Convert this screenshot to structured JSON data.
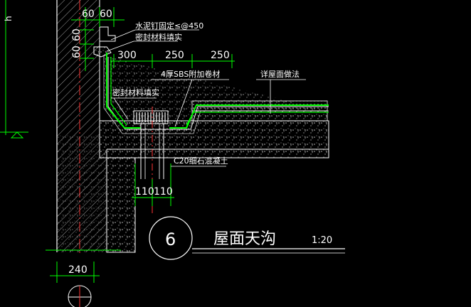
{
  "drawing": {
    "background": "#000000",
    "colors": {
      "line": "#ffffff",
      "dim_line": "#00ff00",
      "membrane": "#00ff00",
      "axis": "#ff3333",
      "hatch": "#9a9a9a"
    },
    "left_mark": "h",
    "dimensions": {
      "top_a": "60",
      "top_b": "60",
      "left_a": "60",
      "left_b": "60",
      "span_1": "300",
      "span_2": "250",
      "span_3": "250",
      "bottom_a": "110",
      "bottom_b": "110",
      "wall": "240"
    },
    "annotations": {
      "nail": "水泥钉固定≤@450",
      "seal_top": "密封材料填实",
      "sbs": "4厚SBS附加卷材",
      "roof": "详屋面做法",
      "seal_mid": "密封材料填实",
      "c20": "C20细石混凝土"
    },
    "detail": {
      "number": "6",
      "title": "屋面天沟",
      "scale": "1:20"
    }
  }
}
